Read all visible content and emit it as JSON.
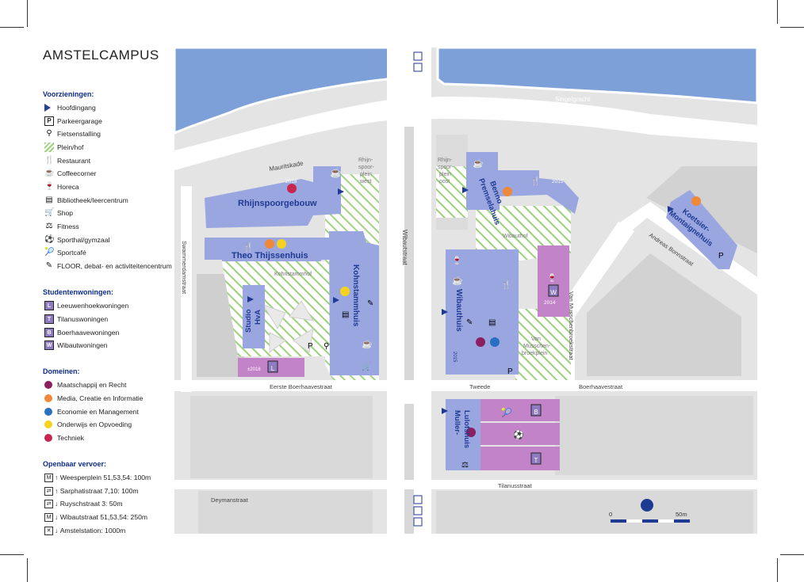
{
  "map": {
    "title": "AMSTELCAMPUS",
    "colors": {
      "water": "#7ea0d8",
      "building_label": "#1f3a93",
      "hva_building": "#9aa6e0",
      "housing_building": "#c383c8",
      "plaza_hatch": "#9dd07a",
      "background_building": "#d4d4d4",
      "road": "#ffffff",
      "block": "#e3e3e3"
    },
    "legend": {
      "facilities_heading": "Voorzieningen:",
      "facilities": [
        {
          "icon": "main-entrance-triangle",
          "label": "Hoofdingang"
        },
        {
          "icon": "parking-icon",
          "label": "Parkeergarage"
        },
        {
          "icon": "bicycle-icon",
          "label": "Fietsenstalling"
        },
        {
          "icon": "plaza-hatch",
          "label": "Plein/hof"
        },
        {
          "icon": "restaurant-icon",
          "label": "Restaurant"
        },
        {
          "icon": "coffee-icon",
          "label": "Coffeecorner"
        },
        {
          "icon": "horeca-icon",
          "label": "Horeca"
        },
        {
          "icon": "library-icon",
          "label": "Bibliotheek/leercentrum"
        },
        {
          "icon": "shop-icon",
          "label": "Shop"
        },
        {
          "icon": "fitness-icon",
          "label": "Fitness"
        },
        {
          "icon": "sports-hall-icon",
          "label": "Sporthal/gymzaal"
        },
        {
          "icon": "sports-cafe-icon",
          "label": "Sportcafé"
        },
        {
          "icon": "floor-icon",
          "label": "FLOOR, debat- en activiteitencentrum"
        }
      ],
      "housing_heading": "Studentenwoningen:",
      "housing": [
        {
          "icon": "L",
          "label": "Leeuwenhoekwoningen"
        },
        {
          "icon": "T",
          "label": "Tilanuswoningen"
        },
        {
          "icon": "B",
          "label": "Boerhaavewoningen"
        },
        {
          "icon": "W",
          "label": "Wibautwoningen"
        }
      ],
      "domains_heading": "Domeinen:",
      "domains": [
        {
          "color": "#8a1f62",
          "label": "Maatschappij en Recht"
        },
        {
          "color": "#f0883a",
          "label": "Media, Creatie en Informatie"
        },
        {
          "color": "#2a6fc1",
          "label": "Economie en Management"
        },
        {
          "color": "#f6d21f",
          "label": "Onderwijs en Opvoeding"
        },
        {
          "color": "#c7264f",
          "label": "Techniek"
        }
      ],
      "transport_heading": "Openbaar vervoer:",
      "transport": [
        {
          "icon": "M",
          "label": "Weesperplein 51,53,54: 100m"
        },
        {
          "icon": "⇄",
          "label": "Sarphatistraat 7,10: 100m"
        },
        {
          "icon": "⇄",
          "label": "Ruyschstraat 3: 50m"
        },
        {
          "icon": "M",
          "label": "Wibautstraat 51,53,54: 250m"
        },
        {
          "icon": "✕",
          "label": "Amstelstation: 1000m"
        }
      ]
    },
    "buildings": {
      "rhijnspoorgebouw": "Rhijnspoorgebouw",
      "theo": "Theo Thijssenhuis",
      "studio_l1": "Studio",
      "studio_l2": "HvA",
      "kohnstammhuis": "Kohnstammhuis",
      "benno_l1": "Benno",
      "benno_l2": "Premselahuis",
      "koetsier_l1": "Koetsier-",
      "koetsier_l2": "Montaignehuis",
      "wibauthuis": "Wibauthuis",
      "muller_l1": "Muller-",
      "muller_l2": "Lulofshuis"
    },
    "years": {
      "rhijnspoor": "2018",
      "benno": "2015",
      "wibaut": "2015",
      "wibaut_housing": "2014",
      "leeuwenhoek": "±2018"
    },
    "streets": {
      "mauritskade": "Mauritskade",
      "singelgracht": "Singelgracht",
      "wibautstraat": "Wibautstraat",
      "andreas_bonnstraat": "Andreas Bonnstraat",
      "van_musschenbroekstraat": "Van Musschenbroekstraat",
      "swammerdamstraat": "Swammerdamstraat",
      "eerste_boerhaavestraat": "Eerste Boerhaavestraat",
      "tweede": "Tweede",
      "boerhaavestraat": "Boerhaavestraat",
      "tilanusstraat": "Tilanusstraat",
      "deymanstraat": "Deymanstraat"
    },
    "plazas": {
      "rhijnspoorplein_west": [
        "Rhijn-",
        "spoor-",
        "plein",
        "west"
      ],
      "rhijnspoorplein_oost": [
        "Rhijn-",
        "spoor-",
        "plein",
        "oost"
      ],
      "kohnstammhof": "Kohnstammhof",
      "wibauthof": "Wibauthof",
      "musschenbroekplein": [
        "Van",
        "Musschen-",
        "broekplein"
      ]
    },
    "scale": {
      "start": "0",
      "end": "50m"
    }
  }
}
